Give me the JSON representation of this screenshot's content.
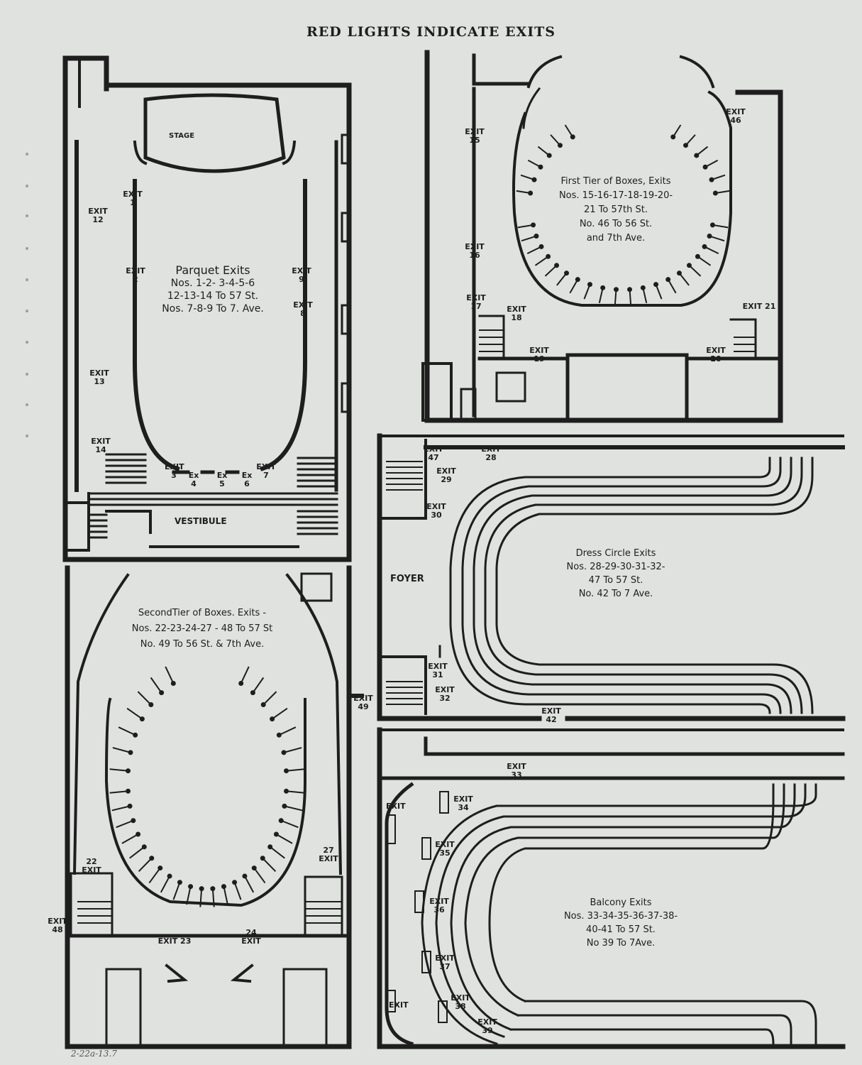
{
  "header": "RED LIGHTS INDICATE EXITS",
  "parquet": {
    "title": [
      "Parquet Exits",
      "Nos. 1-2- 3-4-5-6",
      "12-13-14 To 57 St.",
      "Nos. 7-8-9 To 7. Ave."
    ],
    "stage": "STAGE",
    "vestibule": "VESTIBULE",
    "exits": {
      "e1": "EXIT 1",
      "e2": "EXIT 2",
      "e3": "EXIT 3",
      "e4": "Ex 4",
      "e5": "Ex 5",
      "e6": "Ex 6",
      "e7": "EXIT 7",
      "e8": "EXIT 8",
      "e9": "EXIT 9",
      "e12": "EXIT 12",
      "e13": "EXIT 13",
      "e14": "EXIT 14"
    }
  },
  "first_tier": {
    "title": [
      "First Tier of Boxes, Exits",
      "Nos. 15-16-17-18-19-20-",
      "21 To 57th St.",
      "No. 46 To 56 St.",
      "and 7th Ave."
    ],
    "exits": {
      "e15": "EXIT 15",
      "e16": "EXIT 16",
      "e17": "EXIT 17",
      "e18": "EXIT 18",
      "e19": "EXIT 19",
      "e20": "EXIT 20",
      "e21": "EXIT 21",
      "e46": "EXIT 46"
    }
  },
  "second_tier": {
    "title": [
      "SecondTier of Boxes. Exits -",
      "Nos. 22-23-24-27 - 48 To 57 St",
      "No. 49 To 56 St. & 7th Ave."
    ],
    "exits": {
      "e22": "22 EXIT",
      "e23": "EXIT 23",
      "e24": "24 EXIT",
      "e27": "27 EXIT",
      "e48": "EXIT 48",
      "e49": "EXIT 49"
    }
  },
  "dress_circle": {
    "title": [
      "Dress Circle Exits",
      "Nos. 28-29-30-31-32-",
      "47 To 57 St.",
      "No. 42 To 7 Ave."
    ],
    "foyer": "FOYER",
    "exits": {
      "e28": "EXIT 28",
      "e29": "EXIT 29",
      "e30": "EXIT 30",
      "e31": "EXIT 31",
      "e32": "EXIT 32",
      "e42": "EXIT 42",
      "e47": "EXIT 47"
    }
  },
  "balcony": {
    "title": [
      "Balcony Exits",
      "Nos. 33-34-35-36-37-38-",
      "40-41 To 57 St.",
      "No 39 To 7Ave."
    ],
    "exits": {
      "e33": "EXIT 33",
      "e34": "EXIT 34",
      "e35": "EXIT 35",
      "e36": "EXIT 36",
      "e37": "EXIT 37",
      "e38": "EXIT 38",
      "e39": "EXIT 39",
      "e40": "EXIT",
      "e41": "EXIT"
    }
  },
  "footnote": "2-22a-13.7",
  "colors": {
    "paper": "#dfe2df",
    "ink": "#1e1e1e"
  }
}
